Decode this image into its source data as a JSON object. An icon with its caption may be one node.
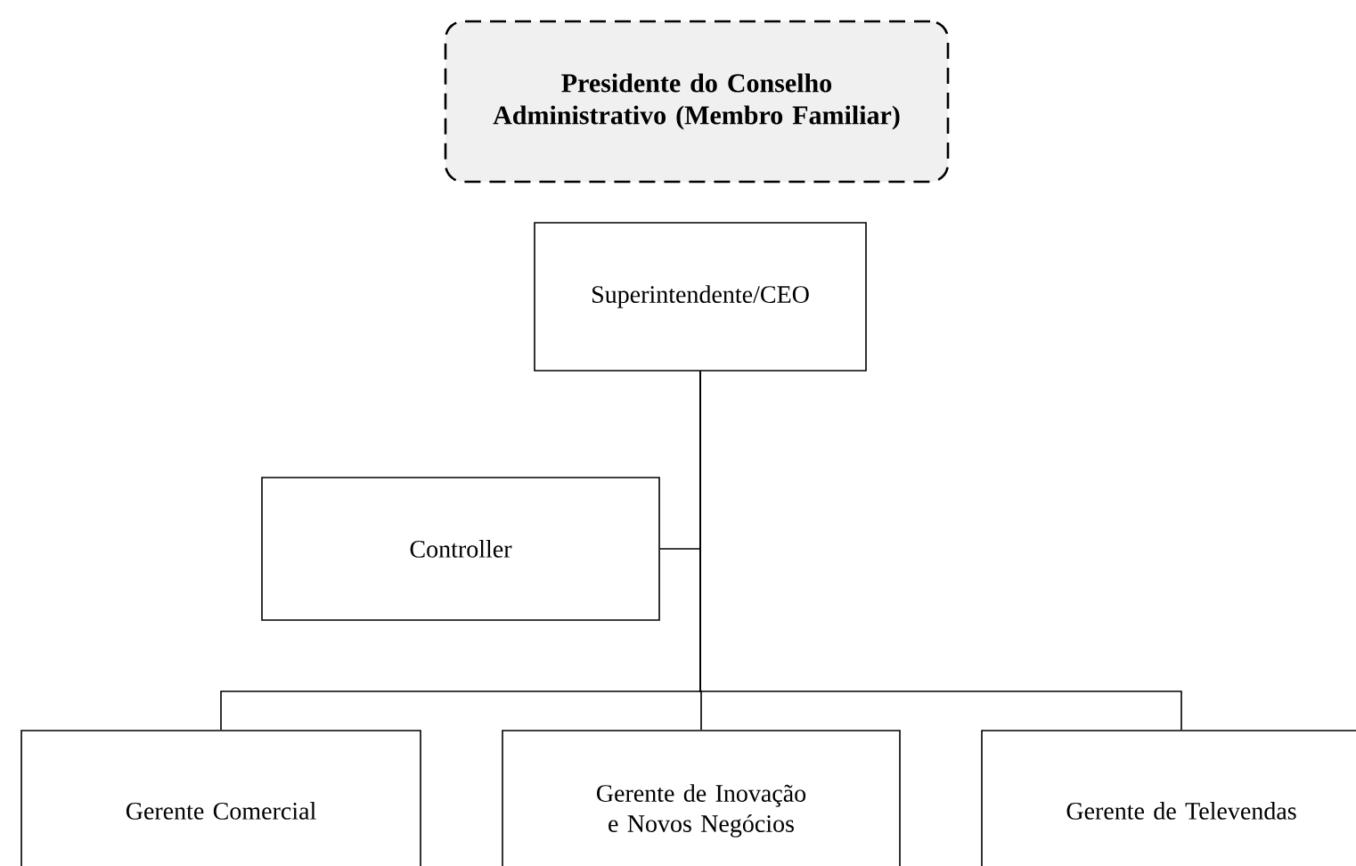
{
  "diagram": {
    "nodes": [
      {
        "text": [
          "Presidente do Conselho Administrativo (Membro Familiar)"
        ]
      },
      {
        "text": [
          "Superintendente/CEO"
        ]
      },
      {
        "text": [
          "Controller"
        ]
      },
      {
        "text": [
          "Gerente Comercial"
        ]
      },
      {
        "text": [
          "Gerente de Inovação e Novos Negócios"
        ]
      },
      {
        "text": [
          "Gerente de Televendas"
        ]
      }
    ],
    "edges": [
      {
        "from": 1,
        "to": 2,
        "arrow": "none"
      },
      {
        "from": 1,
        "to": 3,
        "arrow": "none"
      },
      {
        "from": 1,
        "to": 4,
        "arrow": "none"
      },
      {
        "from": 1,
        "to": 5,
        "arrow": "none"
      }
    ]
  }
}
